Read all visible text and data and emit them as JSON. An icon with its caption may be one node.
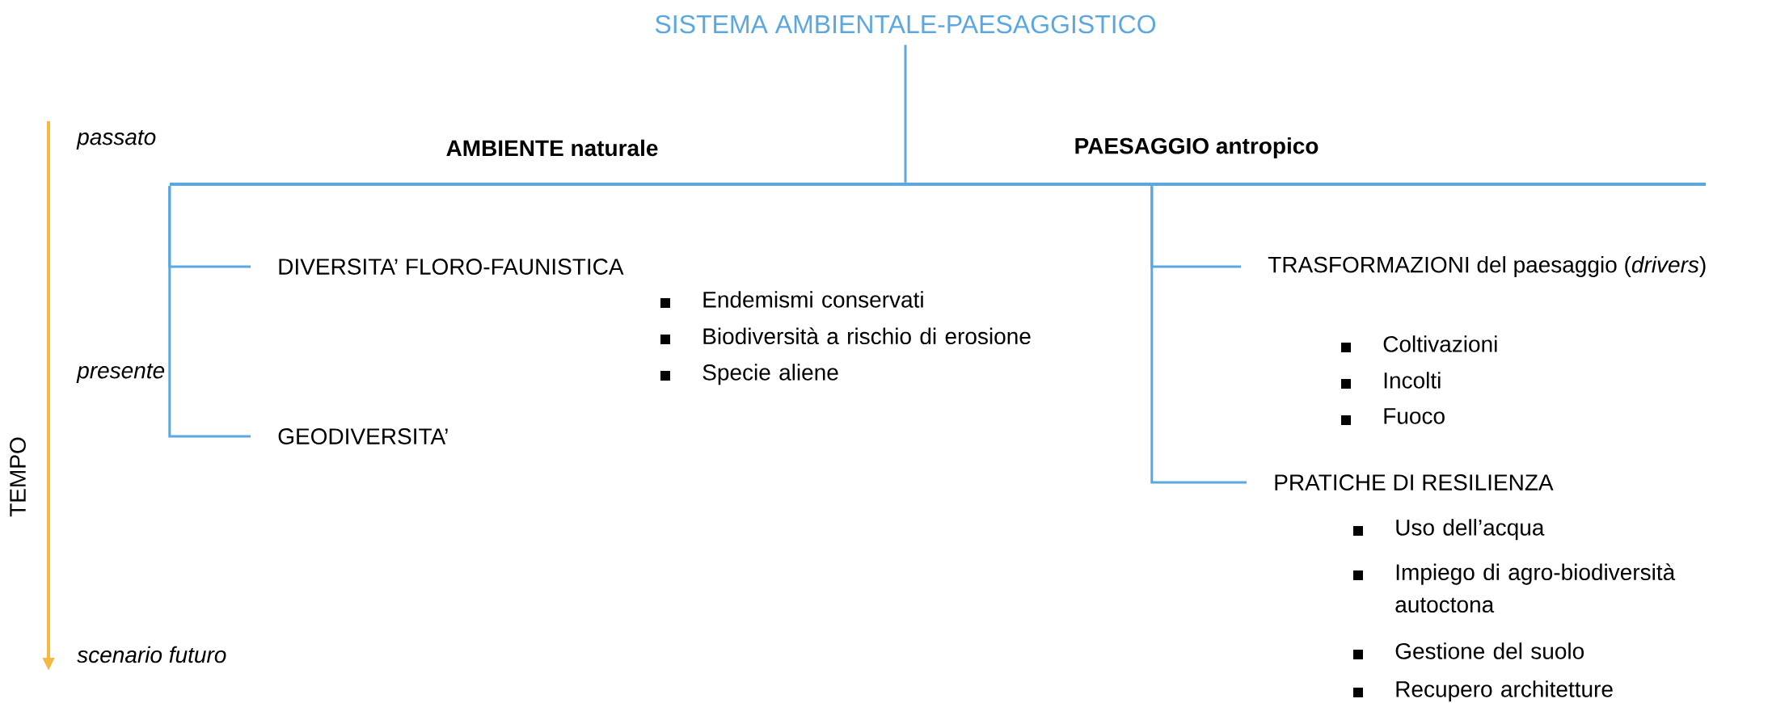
{
  "diagram": {
    "nodes": [
      {
        "text": [
          "SISTEMA AMBIENTALE-PAESAGGISTICO"
        ]
      },
      {
        "text": [],
        "shape": "bar"
      },
      {
        "text": [
          "DIVERSITA’ FLORO-FAUNISTICA"
        ]
      },
      {
        "text": [
          "GEODIVERSITA’"
        ]
      },
      {
        "text": [
          "TRASFORMAZIONI del paesaggio (*drivers*)"
        ]
      },
      {
        "text": [
          "PRATICHE DI RESILIENZA"
        ]
      }
    ],
    "edges": [
      {
        "from": 0,
        "to": 1,
        "arrow": "none"
      },
      {
        "from": 1,
        "to": 2,
        "arrow": "none"
      },
      {
        "from": 1,
        "to": 3,
        "arrow": "none"
      },
      {
        "from": 1,
        "to": 4,
        "arrow": "none"
      },
      {
        "from": 1,
        "to": 5,
        "arrow": "none"
      }
    ],
    "labels": [
      "passato",
      "AMBIENTE naturale",
      "PAESAGGIO antropico",
      "Endemismi conservati",
      "Biodiversità a rischio di erosione",
      "Specie aliene",
      "Coltivazioni",
      "Incolti",
      "Fuoco",
      "presente",
      "TEMPO",
      "Uso dell’acqua",
      "Impiego di agro-biodiversità autoctona",
      "Gestione del suolo",
      "Recupero architetture",
      "scenario futuro"
    ]
  }
}
